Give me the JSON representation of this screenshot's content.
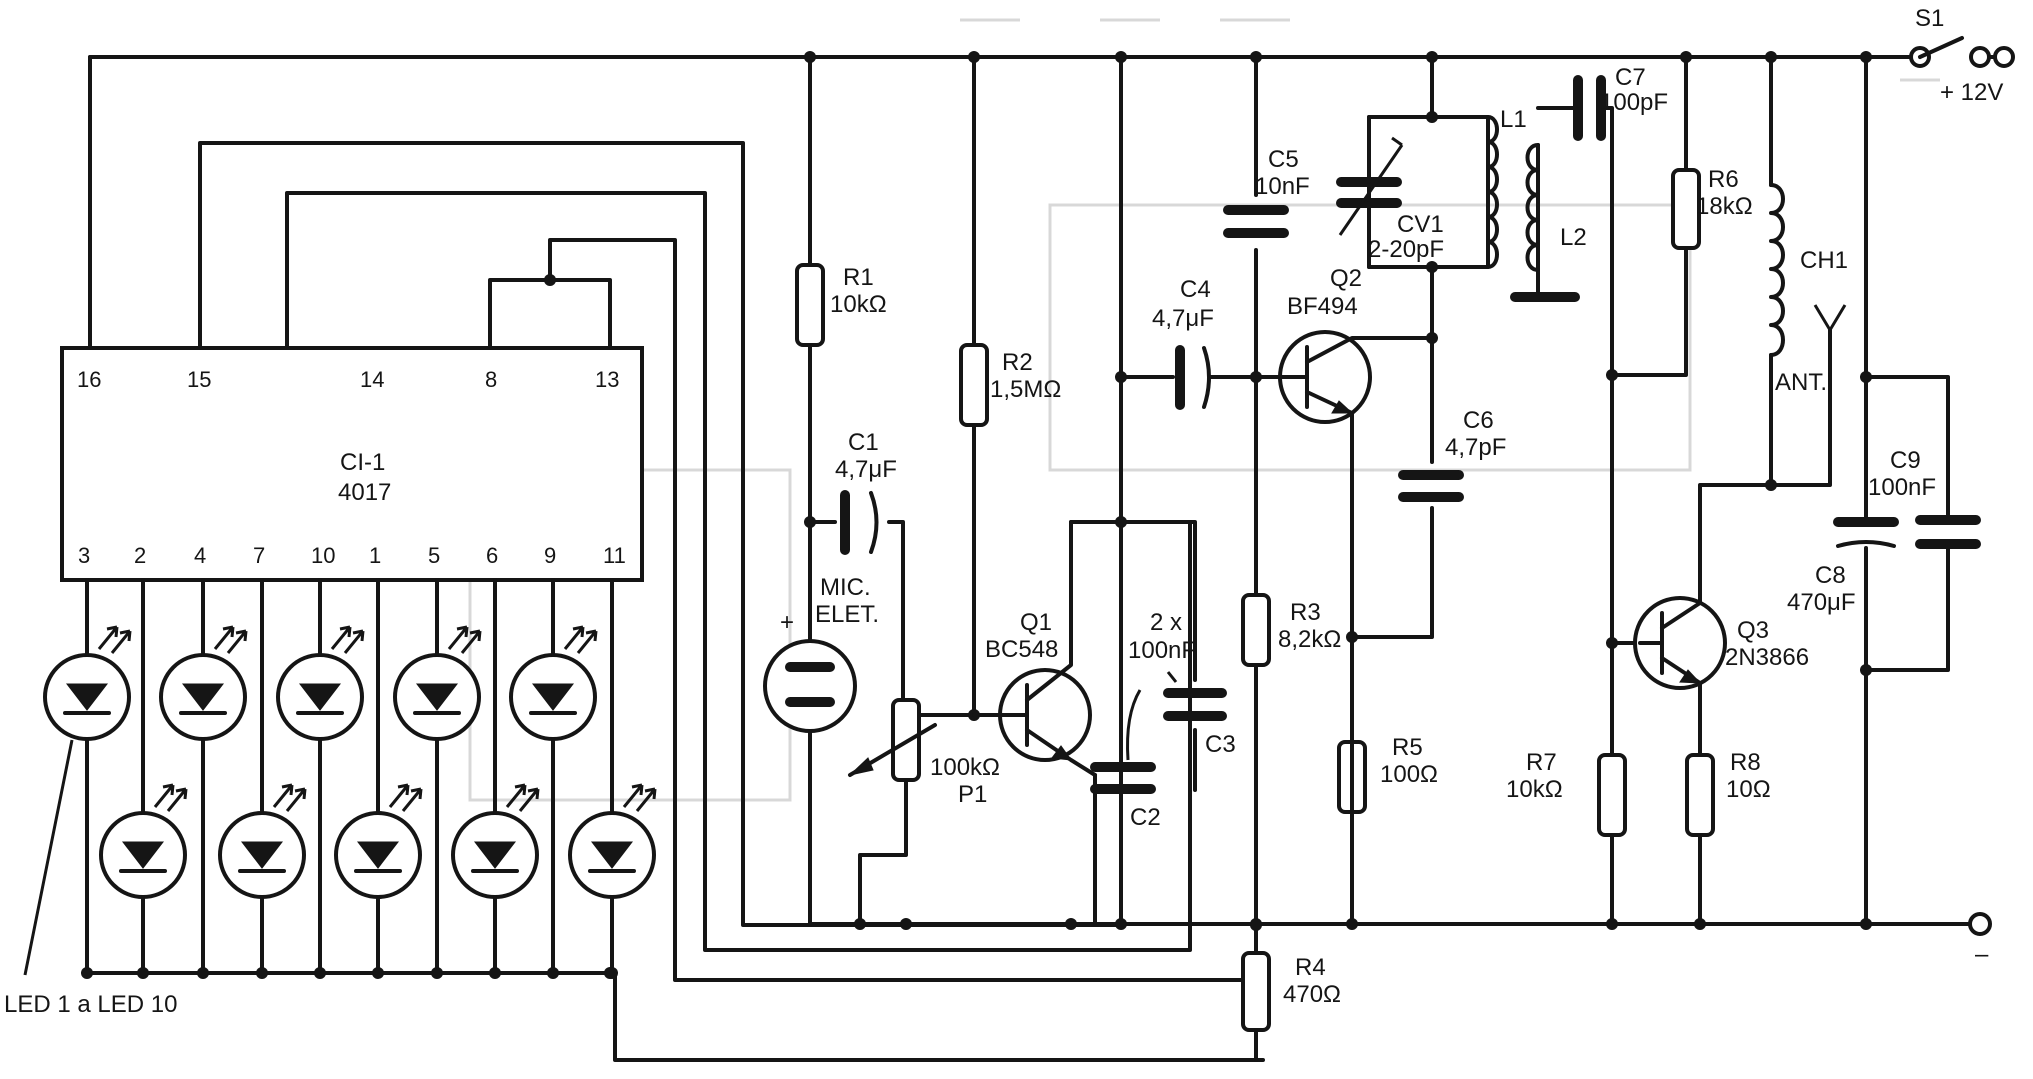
{
  "ic": {
    "ref": "CI-1",
    "part": "4017",
    "top_pins": [
      "16",
      "15",
      "14",
      "8",
      "13"
    ],
    "bottom_pins": [
      "3",
      "2",
      "4",
      "7",
      "10",
      "1",
      "5",
      "6",
      "9",
      "11"
    ]
  },
  "leds_label": "LED 1 a LED 10",
  "supply": {
    "switch": "S1",
    "positive": "+ 12V",
    "negative": "–"
  },
  "r1": {
    "ref": "R1",
    "value": "10kΩ"
  },
  "r2": {
    "ref": "R2",
    "value": "1,5MΩ"
  },
  "r3": {
    "ref": "R3",
    "value": "8,2kΩ"
  },
  "r4": {
    "ref": "R4",
    "value": "470Ω"
  },
  "r5": {
    "ref": "R5",
    "value": "100Ω"
  },
  "r6": {
    "ref": "R6",
    "value": "18kΩ"
  },
  "r7": {
    "ref": "R7",
    "value": "10kΩ"
  },
  "r8": {
    "ref": "R8",
    "value": "10Ω"
  },
  "c1": {
    "ref": "C1",
    "value": "4,7μF"
  },
  "c2": {
    "ref": "C2"
  },
  "c3": {
    "ref": "C3"
  },
  "c2c3": {
    "count": "2 x",
    "value": "100nF"
  },
  "c4": {
    "ref": "C4",
    "value": "4,7μF"
  },
  "c5": {
    "ref": "C5",
    "value": "10nF"
  },
  "c6": {
    "ref": "C6",
    "value": "4,7pF"
  },
  "c7": {
    "ref": "C7",
    "value": "100pF"
  },
  "c8": {
    "ref": "C8",
    "value": "470μF"
  },
  "c9": {
    "ref": "C9",
    "value": "100nF"
  },
  "cv1": {
    "ref": "CV1",
    "value": "2-20pF"
  },
  "l1": {
    "ref": "L1"
  },
  "l2": {
    "ref": "L2"
  },
  "ch1": {
    "ref": "CH1"
  },
  "ant": {
    "ref": "ANT."
  },
  "mic": {
    "line1": "MIC.",
    "line2": "ELET.",
    "polarity": "+"
  },
  "p1": {
    "ref": "P1",
    "value": "100kΩ"
  },
  "q1": {
    "ref": "Q1",
    "part": "BC548"
  },
  "q2": {
    "ref": "Q2",
    "part": "BF494"
  },
  "q3": {
    "ref": "Q3",
    "part": "2N3866"
  }
}
